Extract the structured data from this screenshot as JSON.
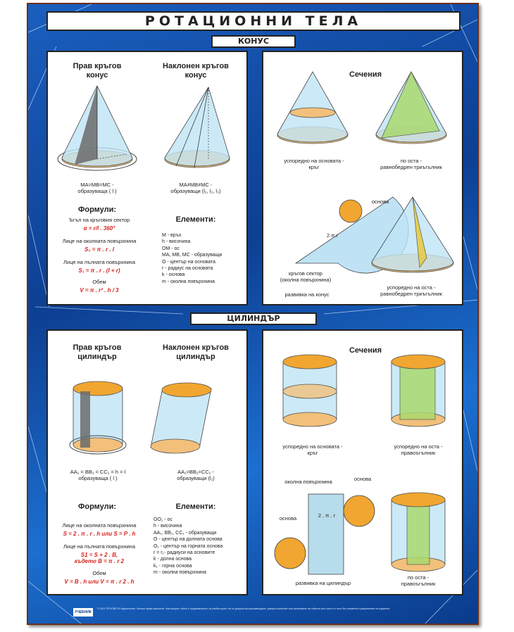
{
  "title": "РОТАЦИОННИ ТЕЛА",
  "cone": {
    "section_label": "КОНУС",
    "right_cone_title": "Прав кръгов\nконус",
    "oblique_cone_title": "Наклонен кръгов\nконус",
    "right_generators": "MA=MB=MC -\nобразуваща ( l )",
    "oblique_generators": "MA≠MB≠MC -\nобразуващи (l₁, l₂, l₃)",
    "formulas_title": "Формули:",
    "elements_title": "Елементи:",
    "formulas": [
      {
        "label": "Ъгъл на кръговия сектор",
        "expr": "α = r/l . 360°"
      },
      {
        "label": "Лице на околната повърхнина",
        "expr": "S₀ = π . r . l"
      },
      {
        "label": "Лице на пълната повърхнина",
        "expr": "S₁ = π . r . (l + r)"
      },
      {
        "label": "Обем",
        "expr": "V = π . r² . h / 3"
      }
    ],
    "elements": [
      "M - връх",
      "h - височина",
      "OM - ос",
      "MA, MB, MC - образуващи",
      "O - център на основата",
      "r - радиус на основата",
      "k - основа",
      "m - околна повърхнина"
    ],
    "sections_title": "Сечения",
    "sec1_caption": "успоредно на основата -\nкръг",
    "sec2_caption": "по оста -\nравнобедрен триъгълник",
    "net_caption": "развивка на конус",
    "sector_caption": "кръгов сектор\n(околна повърхнина)",
    "base_label": "основа",
    "sec3_caption": "успоредно на оста -\nравнобедрен триъгълник",
    "arc_label": "2.π.r"
  },
  "cylinder": {
    "section_label": "ЦИЛИНДЪР",
    "right_cyl_title": "Прав кръгов\nцилиндър",
    "oblique_cyl_title": "Наклонен кръгов\nцилиндър",
    "right_generators": "AA₁ = BB₁ = CC₁ = h = l\nобразуваща ( l )",
    "oblique_generators": "AA₁=BB₁=CC₁ -\nобразуващи (l₁)",
    "formulas_title": "Формули:",
    "elements_title": "Елементи:",
    "formulas": [
      {
        "label": "Лице на околната повърхнина",
        "expr": "S = 2 . π . r . h  или  S = P . h"
      },
      {
        "label": "Лице на пълната повърхнина",
        "expr": "S1 = S + 2 . B,\nкъдето B = π . r 2"
      },
      {
        "label": "Обем",
        "expr": "V = B . h  или  V = π . r 2 . h"
      }
    ],
    "elements": [
      "OO₁ - ос",
      "h - височина",
      "AA₁, BB₁, CC₁ - образуващи",
      "O - център на долната основа",
      "O₁ - център на горната основа",
      "r = r₁- радиуси на основите",
      "k - долна основа",
      "k₁ - горна основа",
      "m - околна повърхнина"
    ],
    "sections_title": "Сечения",
    "sec1_caption": "успоредно на основата -\nкръг",
    "sec2_caption": "успоредно на оста -\nправоъгълник",
    "lateral_label": "околна повърхнина",
    "base_label_left": "основа",
    "base_label_right": "основа",
    "net_caption": "развивка на цилиндър",
    "sec3_caption": "по оста -\nправоъгълник",
    "width_label": "2 . π . r"
  },
  "footer": {
    "logo": "УЧЕБНИК",
    "text": "© 2021 ПРОСВЕТА Издателство. Всички права запазени. Настоящото табло е предназначено за учебни цели. Не се допуска възпроизвеждане, разпространение или използване на таблото или части от него без писменото разрешение на издателя."
  },
  "colors": {
    "background": "#0d3f93",
    "accent": "#d6231f",
    "cone_fill": "#bfe3f5",
    "base_fill": "#f2c07a",
    "top_fill": "#f0a630"
  }
}
